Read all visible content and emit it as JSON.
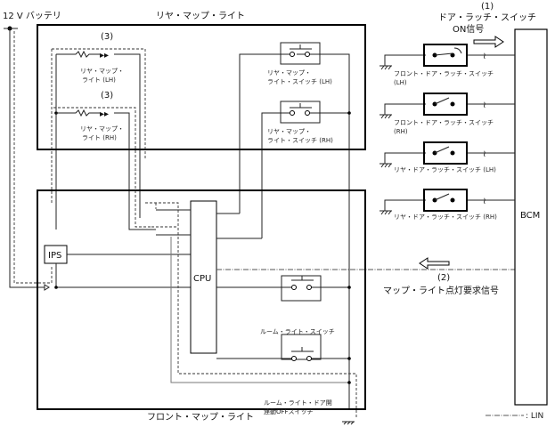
{
  "battery": "12 V バッテリ",
  "rear_unit": {
    "title": "リヤ・マップ・ライト",
    "lamp_lh": {
      "num": "(3)",
      "line1": "リヤ・マップ・",
      "line2": "ライト (LH)"
    },
    "lamp_rh": {
      "num": "(3)",
      "line1": "リヤ・マップ・",
      "line2": "ライト (RH)"
    },
    "switch_lh": {
      "line1": "リヤ・マップ・",
      "line2": "ライト・スイッチ (LH)"
    },
    "switch_rh": {
      "line1": "リヤ・マップ・",
      "line2": "ライト・スイッチ (RH)"
    }
  },
  "front_unit": {
    "title": "フロント・マップ・ライト",
    "ips": "IPS",
    "cpu": "CPU",
    "room_switch": "ルーム・ライト・スイッチ",
    "door_off_switch": {
      "line1": "ルーム・ライト・ドア開",
      "line2": "連動OFFスイッチ"
    }
  },
  "signal1": {
    "num": "(1)",
    "line1": "ドア・ラッチ・スイッチ",
    "line2": "ON信号"
  },
  "signal2": {
    "num": "(2)",
    "label": "マップ・ライト点灯要求信号"
  },
  "door_switches": [
    {
      "line1": "フロント・ドア・ラッチ・スイッチ",
      "line2": "(LH)"
    },
    {
      "line1": "フロント・ドア・ラッチ・スイッチ",
      "line2": "(RH)"
    },
    {
      "line1": "リヤ・ドア・ラッチ・スイッチ (LH)",
      "line2": ""
    },
    {
      "line1": "リヤ・ドア・ラッチ・スイッチ (RH)",
      "line2": ""
    }
  ],
  "bcm": "BCM",
  "legend": ": LIN"
}
